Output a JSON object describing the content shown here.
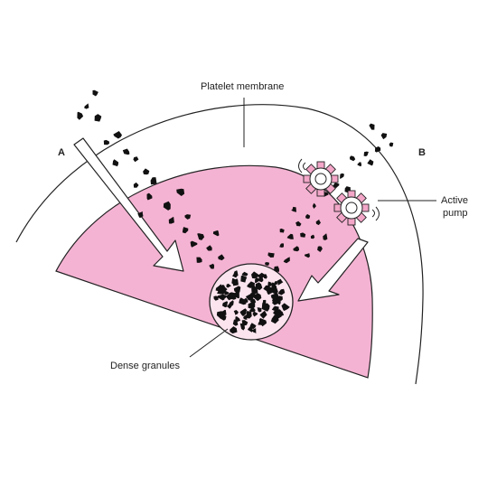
{
  "labels": {
    "platelet_membrane": "Platelet membrane",
    "a": "A",
    "b": "B",
    "active_pump_line1": "Active",
    "active_pump_line2": "pump",
    "dense_granules": "Dense granules"
  },
  "colors": {
    "cytoplasm": "#f5b3d3",
    "granule_fill": "#fbe4ee",
    "outline": "#222222",
    "particles": "#111111",
    "arrow_fill": "#ffffff",
    "pump_petals": "#f3a6c8"
  },
  "icons": [
    "arrow-a-icon",
    "arrow-b-icon",
    "active-pump-icon",
    "particle-icon"
  ]
}
